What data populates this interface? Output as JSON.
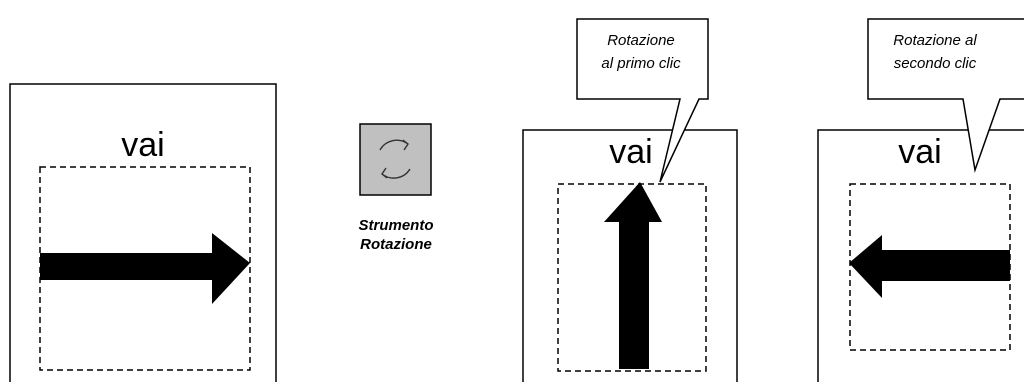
{
  "frames": {
    "original": {
      "label": "vai"
    },
    "rotated_first": {
      "label": "vai"
    },
    "rotated_second": {
      "label": "vai"
    }
  },
  "tool": {
    "icon": "rotate-icon",
    "caption_line1": "Strumento",
    "caption_line2": "Rotazione"
  },
  "callouts": {
    "first": {
      "line1": "Rotazione",
      "line2": "al primo clic"
    },
    "second": {
      "line1": "Rotazione al",
      "line2": "secondo clic"
    }
  },
  "colors": {
    "ink": "#000000",
    "tool_button_bg": "#c0c0c0",
    "background": "#ffffff"
  }
}
